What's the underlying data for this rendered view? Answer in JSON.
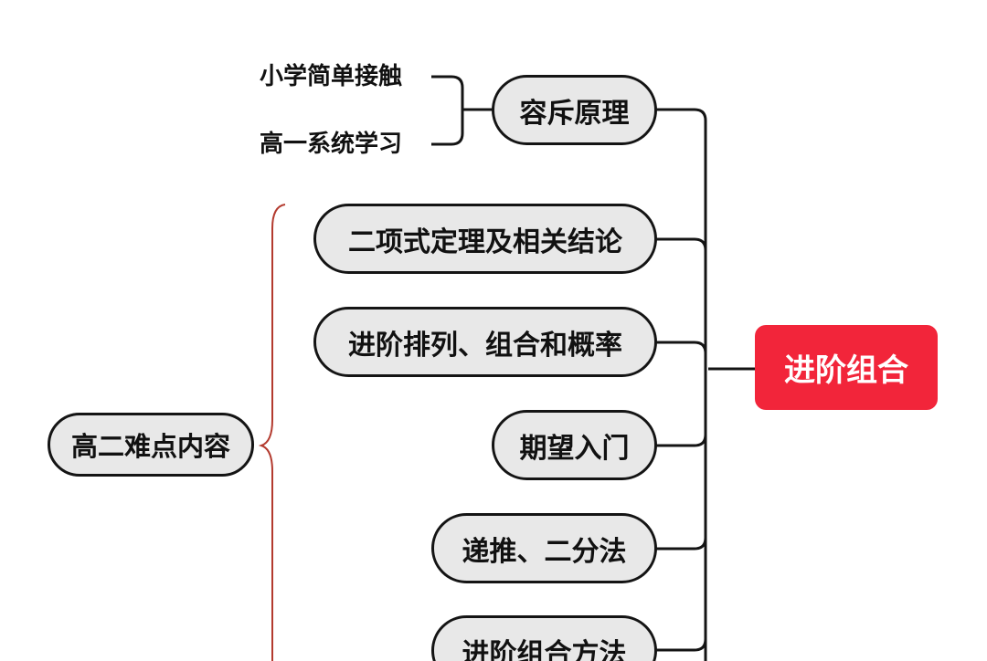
{
  "root": {
    "label": "进阶组合",
    "color": "#f2253a"
  },
  "branches": [
    {
      "label": "容斥原理",
      "children": [
        "小学简单接触",
        "高一系统学习"
      ]
    },
    {
      "label": "二项式定理及相关结论"
    },
    {
      "label": "进阶排列、组合和概率"
    },
    {
      "label": "期望入门"
    },
    {
      "label": "递推、二分法"
    },
    {
      "label": "进阶组合方法"
    }
  ],
  "summary": {
    "label": "高二难点内容",
    "brace_color": "#b33a2e"
  }
}
